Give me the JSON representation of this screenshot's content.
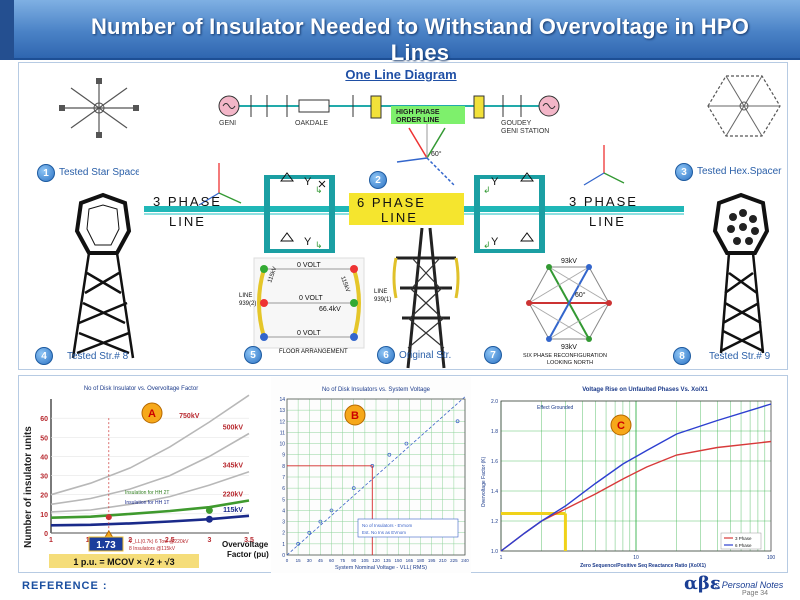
{
  "title": "Number of Insulator Needed to Withstand Overvoltage in HPO Lines",
  "one_line": {
    "heading": "One Line Diagram",
    "geni": "GENI",
    "oakdale": "OAKDALE",
    "hpo_label_1": "HIGH PHASE",
    "hpo_label_2": "ORDER LINE",
    "goudey_1": "GOUDEY",
    "goudey_2": "GENI STATION",
    "angle_label": "60°",
    "three_phase_left_1": "3 PHASE",
    "three_phase_left_2": "LINE",
    "six_phase_1": "6 PHASE",
    "six_phase_2": "LINE",
    "three_phase_right_1": "3 PHASE",
    "three_phase_right_2": "LINE"
  },
  "floor_arrangement": {
    "line_left_1": "LINE",
    "line_left_2": "939(2)",
    "line_right_1": "LINE",
    "line_right_2": "939(1)",
    "volt_top": "0 VOLT",
    "volt_mid": "0 VOLT",
    "volt_bottom": "0 VOLT",
    "kv_mid": "66.4kV",
    "kv_left": "115kV",
    "kv_right": "115kV",
    "caption": "FLOOR ARRANGEMENT"
  },
  "reconfig": {
    "top": "93kV",
    "bottom": "93kV",
    "angle": "60°",
    "caption_1": "SIX PHASE RECONFIGURATION",
    "caption_2": "LOOKING NORTH"
  },
  "items": [
    {
      "num": "1",
      "label": "Tested Star Spacer"
    },
    {
      "num": "2",
      "label": ""
    },
    {
      "num": "3",
      "label": "Tested Hex.Spacer"
    },
    {
      "num": "4",
      "label": "Tested Str.# 8"
    },
    {
      "num": "5",
      "label": ""
    },
    {
      "num": "6",
      "label": "Original Str."
    },
    {
      "num": "7",
      "label": ""
    },
    {
      "num": "8",
      "label": "Tested Str.# 9"
    }
  ],
  "chart_data": [
    {
      "type": "line",
      "title": "No of Disk Insulator vs. Overvoltage Factor",
      "badge": "A",
      "xlabel_1": "Overvoltage",
      "xlabel_2": "Factor (pu)",
      "ylabel": "Number of insulator units",
      "xlim": [
        1,
        3.5
      ],
      "ylim": [
        0,
        70
      ],
      "xticks": [
        "1",
        "1.5",
        "2",
        "2.5",
        "3",
        "3.5"
      ],
      "yticks": [
        "0",
        "10",
        "20",
        "30",
        "40",
        "50",
        "60"
      ],
      "series": [
        {
          "name": "750kV",
          "x": [
            1.0,
            1.5,
            2.0,
            2.5,
            3.0,
            3.5
          ],
          "values": [
            20,
            26,
            34,
            45,
            58,
            72
          ],
          "color": "#b8b8b8"
        },
        {
          "name": "500kV",
          "x": [
            1.0,
            1.5,
            2.0,
            2.5,
            3.0,
            3.5
          ],
          "values": [
            15,
            18,
            23,
            30,
            40,
            52
          ],
          "color": "#b8b8b8"
        },
        {
          "name": "345kV",
          "x": [
            1.0,
            1.5,
            2.0,
            2.5,
            3.0,
            3.5
          ],
          "values": [
            11,
            12,
            15,
            19,
            25,
            32
          ],
          "color": "#b8b8b8"
        },
        {
          "name": "220kV",
          "x": [
            1.0,
            1.5,
            2.0,
            2.5,
            3.0,
            3.5
          ],
          "values": [
            8,
            8.5,
            10,
            11.5,
            13.5,
            17
          ],
          "color": "#3f9a2e"
        },
        {
          "name": "115kV",
          "x": [
            1.0,
            1.5,
            2.0,
            2.5,
            3.0,
            3.5
          ],
          "values": [
            4,
            4.3,
            5,
            6,
            7.2,
            9
          ],
          "color": "#1a2a8a"
        }
      ],
      "marker_x": 1.73,
      "marker_value": "1.73",
      "annotation_1": "Insulation for HH 2T",
      "annotation_2": "Insulation for HH 1T",
      "legend_1": "V_LL(0.7k) 6 Tow @220kV",
      "legend_2": "8 Insulators @115kV",
      "formula": "1 p.u. = MCOV × √2 + √3"
    },
    {
      "type": "line",
      "title": "No of Disk Insulators vs. System Voltage",
      "badge": "B",
      "xlabel": "System Nominal Voltage - VLL( RMS)",
      "xlim": [
        0,
        240
      ],
      "ylim": [
        0,
        14
      ],
      "xticks": [
        "0",
        "15",
        "30",
        "45",
        "60",
        "75",
        "90",
        "105",
        "120",
        "135",
        "150",
        "165",
        "180",
        "195",
        "210",
        "225",
        "240"
      ],
      "yticks": [
        "0",
        "1",
        "2",
        "3",
        "4",
        "5",
        "6",
        "7",
        "8",
        "9",
        "10",
        "11",
        "12",
        "13",
        "14"
      ],
      "series": [
        {
          "name": "No of Insulators - EVnom",
          "x": [
            15,
            30,
            45,
            60,
            90,
            115,
            138,
            161,
            230
          ],
          "values": [
            1,
            2,
            3,
            4,
            6,
            8,
            9,
            10,
            12
          ],
          "color": "#3a62c8"
        },
        {
          "name": "Est. No Ins as EVnom",
          "x": [
            0,
            240
          ],
          "values": [
            0,
            14.2
          ],
          "color": "#3a62c8"
        }
      ],
      "guide_x": 115,
      "guide_y": 8
    },
    {
      "type": "line",
      "title": "Voltage Rise on Unfaulted Phases Vs. Xo/X1",
      "badge": "C",
      "xlabel": "Zero Sequence/Positive Seq Reactance Ratio (Xo/X1)",
      "ylabel": "Overvoltage Factor (K)",
      "effect_label": "Effect Grounded",
      "xlim": [
        1,
        100
      ],
      "xscale": "log",
      "ylim": [
        1.0,
        2.0
      ],
      "xticks": [
        "1",
        "10",
        "100"
      ],
      "yticks": [
        "1.0",
        "1.2",
        "1.4",
        "1.6",
        "1.8",
        "2.0"
      ],
      "series": [
        {
          "name": "3 Phase",
          "x": [
            1,
            1.5,
            2,
            3,
            5,
            8,
            12,
            20,
            40,
            100
          ],
          "values": [
            1.0,
            1.12,
            1.2,
            1.28,
            1.38,
            1.48,
            1.56,
            1.64,
            1.69,
            1.73
          ],
          "color": "#d83a3a"
        },
        {
          "name": "6 Phase",
          "x": [
            1,
            1.5,
            2,
            3,
            5,
            8,
            12,
            20,
            40,
            100
          ],
          "values": [
            1.0,
            1.12,
            1.2,
            1.3,
            1.45,
            1.58,
            1.67,
            1.78,
            1.87,
            1.98
          ],
          "color": "#2d3fd0"
        }
      ],
      "guide_x": 3,
      "guide_y": 1.25
    }
  ],
  "footer": {
    "reference": "REFERENCE :",
    "logo": "αβε",
    "note": "'s Personal Notes",
    "page": "Page 34"
  }
}
